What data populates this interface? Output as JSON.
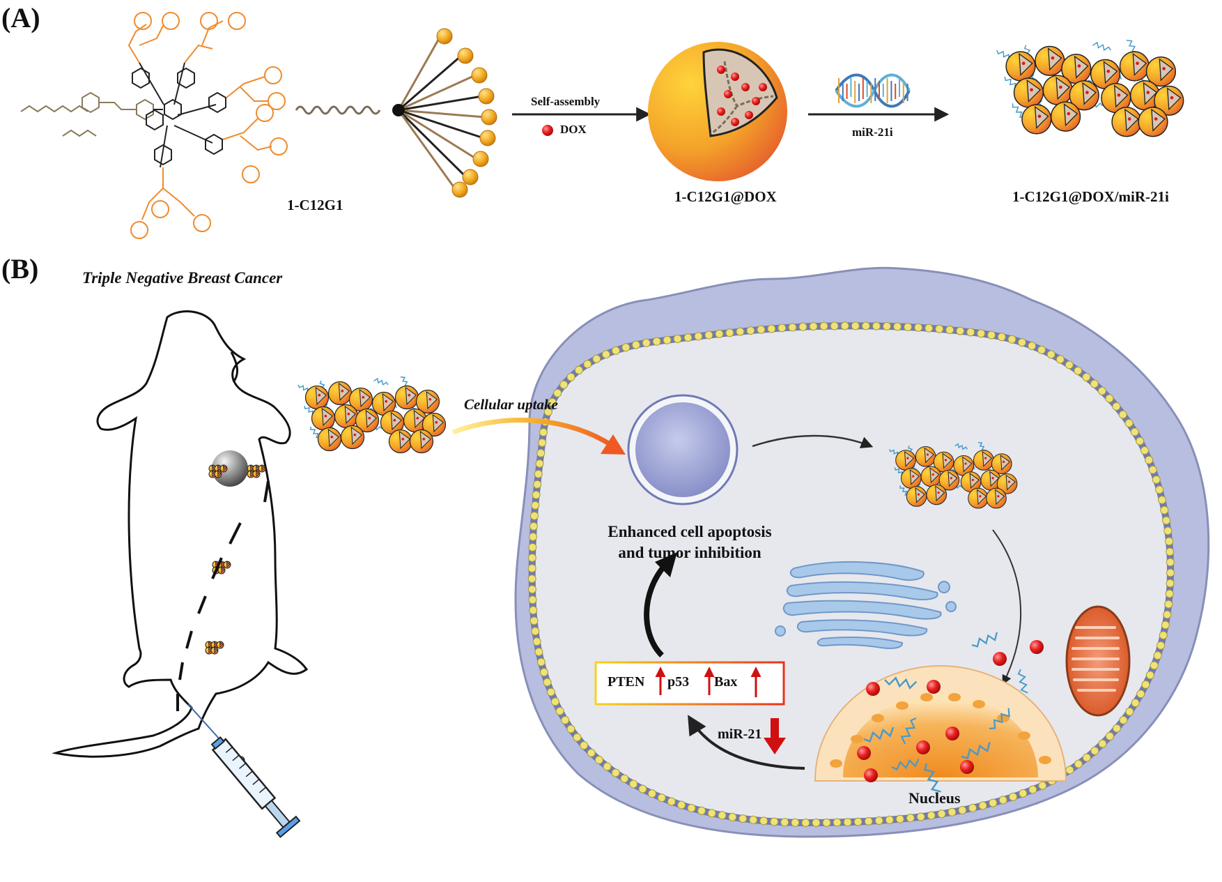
{
  "panel_a": {
    "label": "(A)",
    "molecule_label": "1-C12G1",
    "self_assembly_label": "Self-assembly",
    "dox_label": "DOX",
    "loaded_label": "1-C12G1@DOX",
    "mirna_label": "miR-21i",
    "complex_label": "1-C12G1@DOX/miR-21i"
  },
  "panel_b": {
    "label": "(B)",
    "title": "Triple Negative Breast Cancer",
    "uptake_label": "Cellular uptake",
    "effect_line1": "Enhanced cell apoptosis",
    "effect_line2": "and tumor inhibition",
    "genes": [
      "PTEN",
      "p53",
      "Bax"
    ],
    "mirna_label": "miR-21",
    "nucleus_label": "Nucleus"
  },
  "colors": {
    "orange": "#f08a2c",
    "gold": "#f5b820",
    "dox_red": "#e01818",
    "cell_purple": "#b8bedf",
    "cytoplasm": "#e6e8ee",
    "membrane_yellow": "#f0e27a",
    "red_arrow": "#d01010"
  }
}
